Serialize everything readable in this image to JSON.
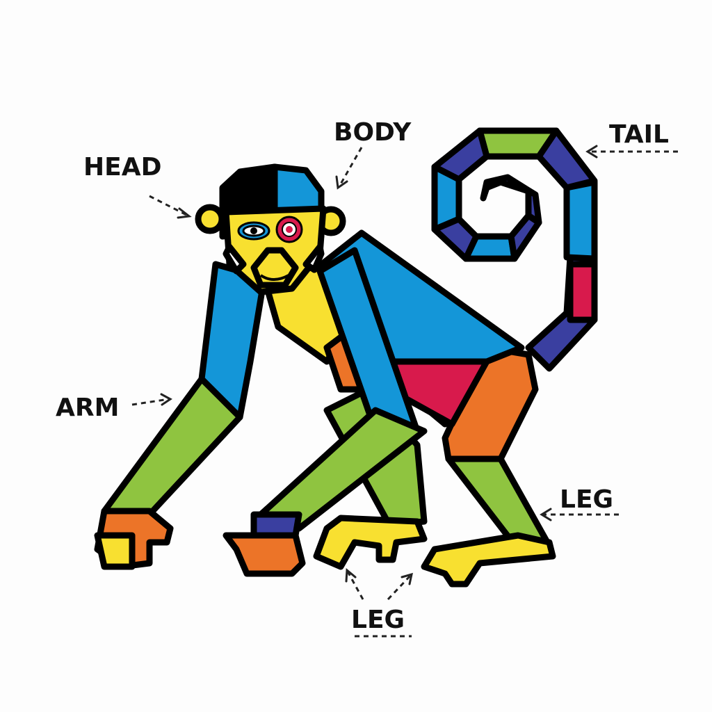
{
  "labels": {
    "head": "HEAD",
    "body": "BODY",
    "tail": "TAIL",
    "arm": "ARM",
    "leg_right": "LEG",
    "leg_bottom": "LEG"
  },
  "colors": {
    "blue": "#1496d8",
    "yellow": "#f8e030",
    "green": "#8fc440",
    "orange": "#ec7428",
    "red": "#d81a4c",
    "indigo": "#3a3fa0",
    "black": "#000000",
    "white": "#ffffff"
  }
}
